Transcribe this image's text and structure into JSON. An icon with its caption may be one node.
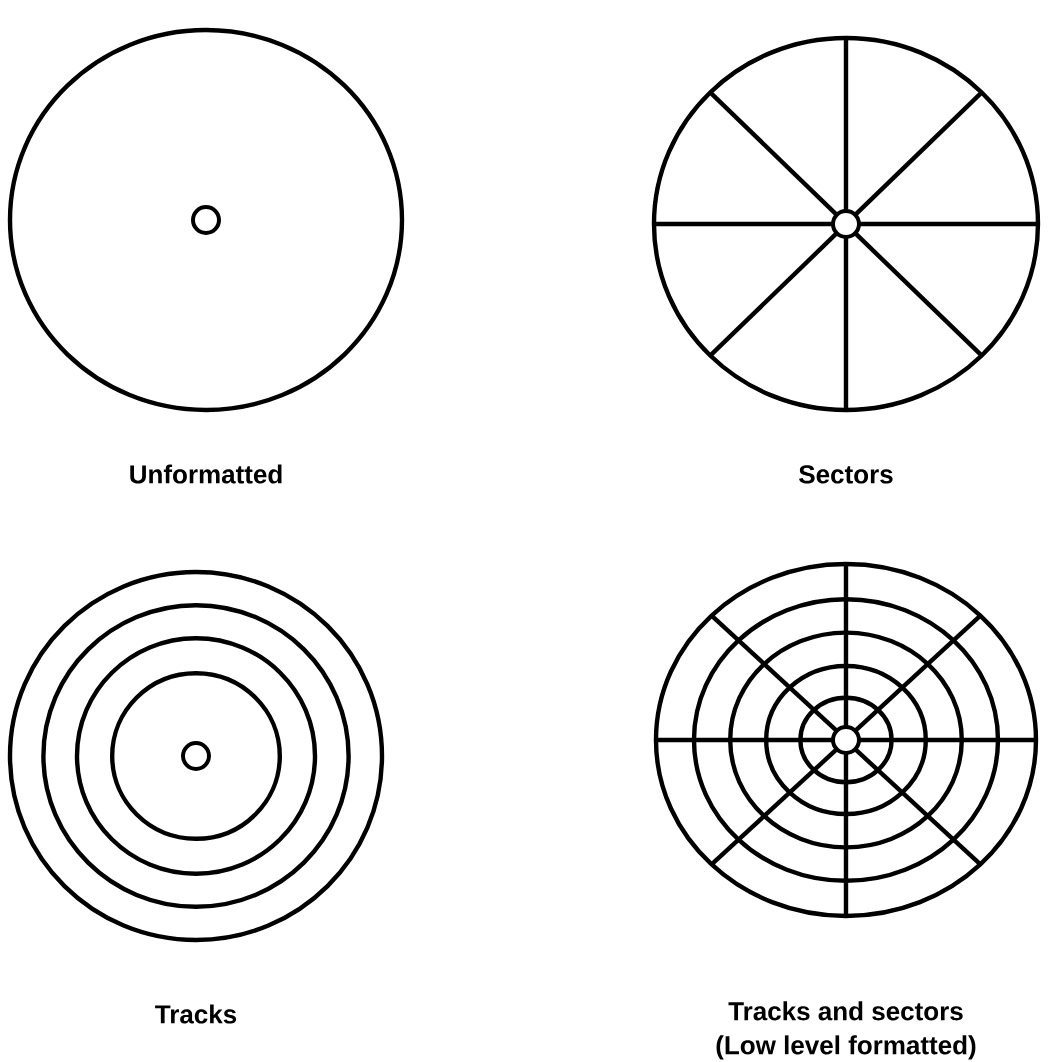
{
  "diagram": {
    "nodes": [
      {
        "text": [
          "Unformatted"
        ]
      },
      {
        "text": [
          "Sectors"
        ]
      },
      {
        "text": [
          "Tracks"
        ]
      },
      {
        "text": [
          "Tracks and sectors",
          "(Low level formatted)"
        ]
      }
    ]
  }
}
